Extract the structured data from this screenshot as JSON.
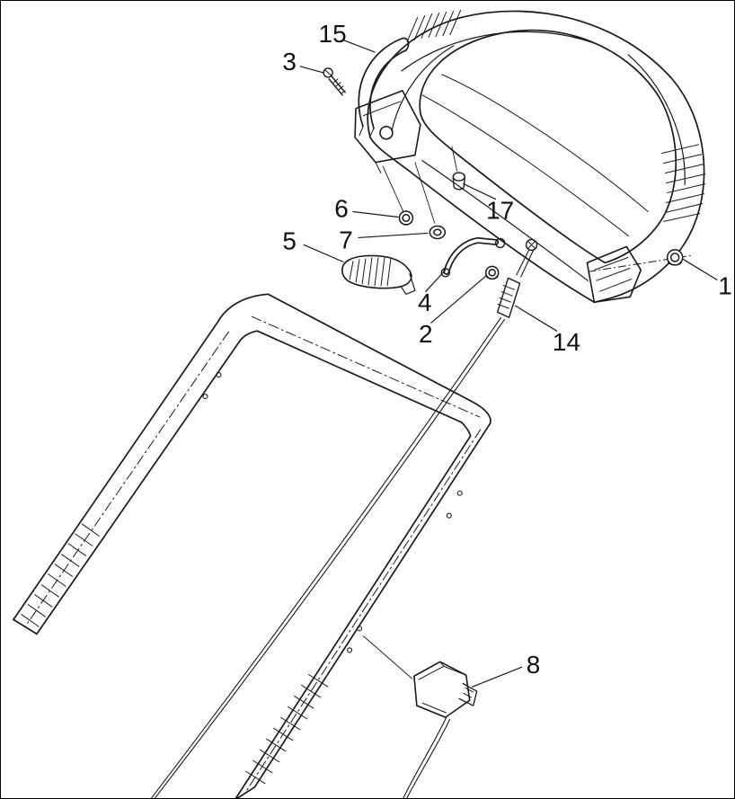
{
  "page": {
    "background": "#ffffff",
    "line_color": "#1a1a1a"
  },
  "diagram": {
    "kind": "exploded-parts-diagram",
    "callouts": [
      {
        "label": "15"
      },
      {
        "label": "3"
      },
      {
        "label": "17"
      },
      {
        "label": "6"
      },
      {
        "label": "7"
      },
      {
        "label": "5"
      },
      {
        "label": "4"
      },
      {
        "label": "2"
      },
      {
        "label": "14"
      },
      {
        "label": "1"
      },
      {
        "label": "8"
      }
    ]
  }
}
